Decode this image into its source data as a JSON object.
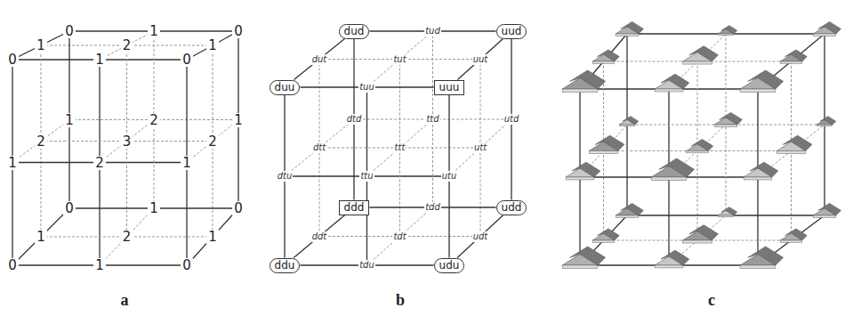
{
  "diagram": {
    "nodes": [
      {
        "text": [
          "dud"
        ]
      },
      {
        "text": [
          "uud"
        ]
      },
      {
        "text": [
          "duu"
        ]
      },
      {
        "text": [
          "uuu"
        ]
      },
      {
        "text": [
          "ddd"
        ]
      },
      {
        "text": [
          "udd"
        ]
      },
      {
        "text": [
          "ddu"
        ]
      },
      {
        "text": [
          "udu"
        ]
      }
    ],
    "edges": [
      {
        "from": 0,
        "to": 1,
        "arrow": "none",
        "label": "tud"
      },
      {
        "from": 0,
        "to": 2,
        "arrow": "none",
        "label": "dut"
      },
      {
        "from": 1,
        "to": 3,
        "arrow": "none",
        "label": "uut"
      },
      {
        "from": 2,
        "to": 3,
        "arrow": "none",
        "label": "tuu"
      },
      {
        "from": 0,
        "to": 4,
        "arrow": "none",
        "label": "dtd"
      },
      {
        "from": 1,
        "to": 5,
        "arrow": "none",
        "label": "utd"
      },
      {
        "from": 2,
        "to": 6,
        "arrow": "none",
        "label": "dtu"
      },
      {
        "from": 3,
        "to": 7,
        "arrow": "none",
        "label": "utu"
      },
      {
        "from": 4,
        "to": 5,
        "arrow": "none",
        "label": "tdd"
      },
      {
        "from": 4,
        "to": 6,
        "arrow": "none",
        "label": "ddt"
      },
      {
        "from": 5,
        "to": 7,
        "arrow": "none",
        "label": "udt"
      },
      {
        "from": 6,
        "to": 7,
        "arrow": "none",
        "label": "tdu"
      }
    ],
    "labels": [
      "0",
      "1",
      "0",
      "1",
      "2",
      "1",
      "0",
      "1",
      "0",
      "1",
      "2",
      "1",
      "2",
      "3",
      "2",
      "1",
      "2",
      "1",
      "0",
      "1",
      "0",
      "1",
      "2",
      "1",
      "0",
      "1",
      "0",
      "tut",
      "ttd",
      "dtt",
      "ttt",
      "utt",
      "ttu",
      "tdt",
      "a",
      "b",
      "c"
    ]
  }
}
